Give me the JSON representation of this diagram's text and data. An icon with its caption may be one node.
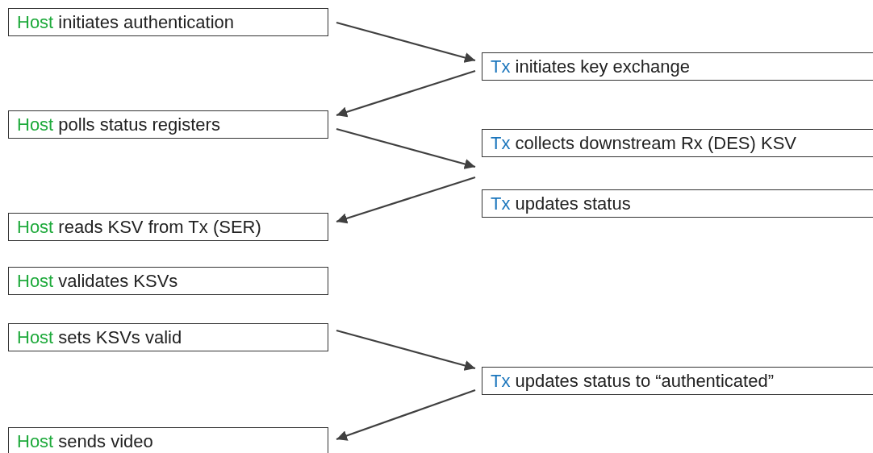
{
  "diagram": {
    "nodes": [
      {
        "text": [
          "Host initiates authentication"
        ]
      },
      {
        "text": [
          "Tx initiates key exchange"
        ]
      },
      {
        "text": [
          "Host polls status registers"
        ]
      },
      {
        "text": [
          "Tx collects downstream Rx (DES) KSV"
        ]
      },
      {
        "text": [
          "Tx updates status"
        ]
      },
      {
        "text": [
          "Host reads KSV from Tx (SER)"
        ]
      },
      {
        "text": [
          "Host validates KSVs"
        ]
      },
      {
        "text": [
          "Host sets KSVs valid"
        ]
      },
      {
        "text": [
          "Tx updates status to “authenticated”"
        ]
      },
      {
        "text": [
          "Host sends video"
        ]
      }
    ],
    "edges": [
      {
        "from": 0,
        "to": 1,
        "arrow": "to"
      },
      {
        "from": 1,
        "to": 2,
        "arrow": "to"
      },
      {
        "from": 2,
        "to": 3,
        "arrow": "to"
      },
      {
        "from": 4,
        "to": 5,
        "arrow": "to"
      },
      {
        "from": 7,
        "to": 8,
        "arrow": "to"
      },
      {
        "from": 8,
        "to": 9,
        "arrow": "to"
      }
    ]
  }
}
